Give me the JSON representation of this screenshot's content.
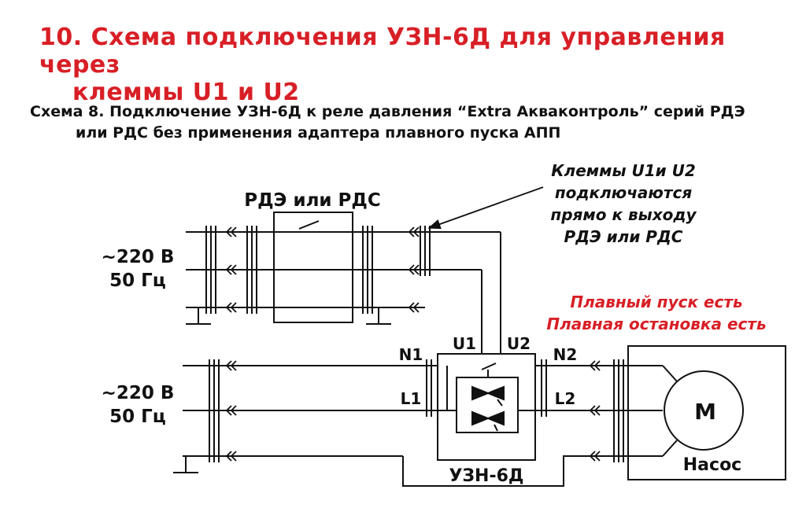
{
  "title": {
    "line1": "10. Схема подключения УЗН-6Д для управления через",
    "line2": "клеммы U1 и U2"
  },
  "subtitle": {
    "line1": "Схема 8. Подключение УЗН-6Д к реле давления “Extra Акваконтроль” серий РДЭ",
    "line2": "или РДС без применения адаптера плавного пуска АПП"
  },
  "diagram": {
    "relay_label": "РДЭ или РДС",
    "supply_top": {
      "voltage": "~220 В",
      "freq": "50 Гц"
    },
    "supply_bottom": {
      "voltage": "~220 В",
      "freq": "50 Гц"
    },
    "terminals": {
      "u1": "U1",
      "u2": "U2",
      "n1": "N1",
      "l1": "L1",
      "n2": "N2",
      "l2": "L2"
    },
    "device_label": "УЗН-6Д",
    "motor_symbol": "M",
    "motor_label": "Насос",
    "note": [
      "Клеммы U1и U2",
      "подключаются",
      "прямо к выходу",
      "РДЭ или РДС"
    ],
    "features": [
      "Плавный пуск есть",
      "Плавная остановка есть"
    ],
    "colors": {
      "accent": "#d81f26",
      "line": "#111111"
    }
  }
}
